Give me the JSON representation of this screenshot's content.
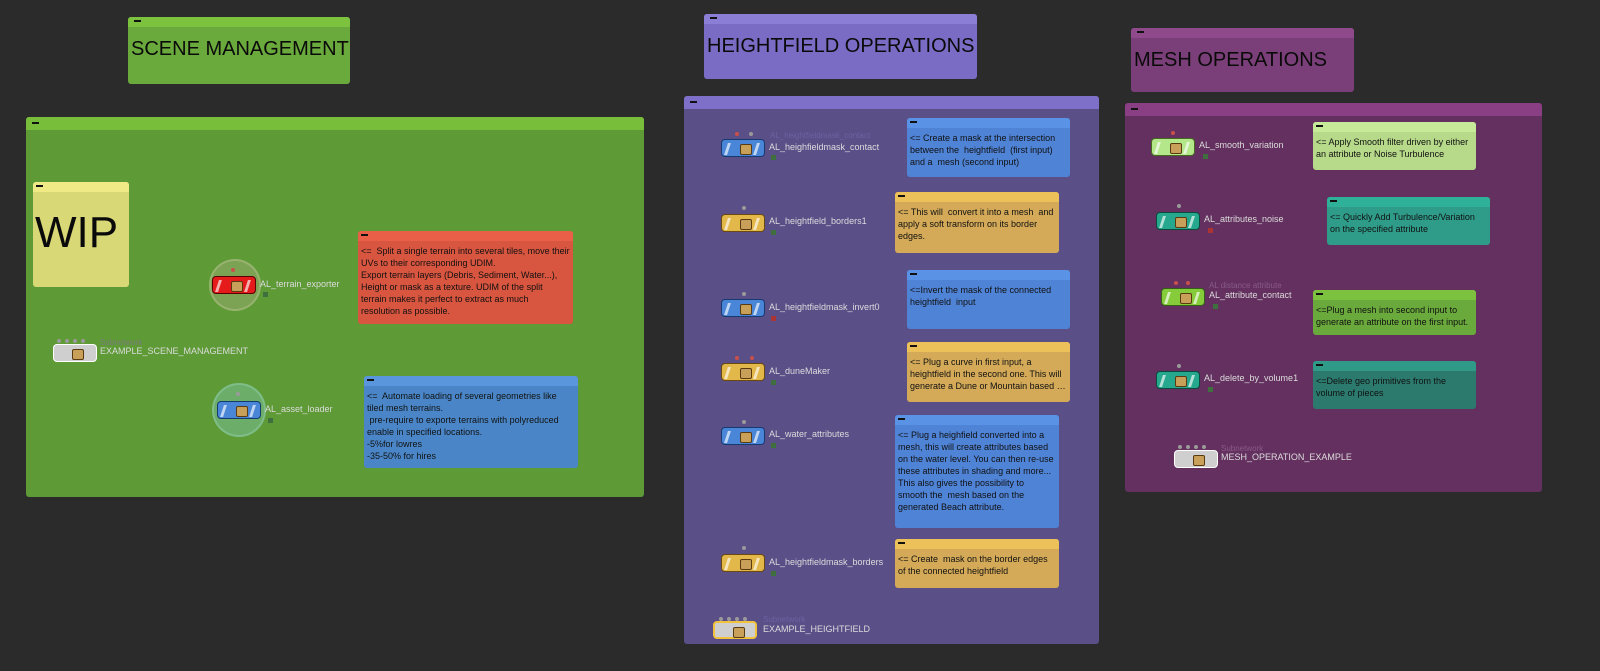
{
  "colors": {
    "background": "#2b2b2b",
    "scene_green": "#6aa93c",
    "heightfield_purple": "#7a6cc4",
    "mesh_magenta": "#7a3f78",
    "note_blue": "#4f83d6",
    "note_yellow": "#e3b95c",
    "note_red": "#e05a48",
    "note_lightgreen": "#b6d98a",
    "note_teal": "#2f9c8a"
  },
  "scene_management": {
    "title": "SCENE MANAGEMENT",
    "wip_label": "WIP",
    "nodes": {
      "terrain_exporter": {
        "label": "AL_terrain_exporter"
      },
      "example": {
        "label": "EXAMPLE_SCENE_MANAGEMENT",
        "sub": "Subnetwork"
      },
      "asset_loader": {
        "label": "AL_asset_loader"
      }
    },
    "notes": {
      "terrain_exporter": "<=  Split a single terrain into several tiles, move their UVs to their corresponding UDIM.\nExport terrain layers (Debris, Sediment, Water...), Height or mask as a texture. UDIM of the split terrain makes it perfect to extract as much resolution as possible.",
      "asset_loader": "<=  Automate loading of several geometries like tiled mesh terrains.\n pre-require to exporte terrains with polyreduced enable in specified locations.\n-5%for lowres\n-35-50% for hires"
    }
  },
  "heightfield_operations": {
    "title": "HEIGHTFIELD OPERATIONS",
    "nodes": {
      "mask_contact": {
        "label": "AL_heighfieldmask_contact",
        "sub": "AL_heightfieldmask_contact"
      },
      "borders1": {
        "label": "AL_heightfield_borders1"
      },
      "mask_invert": {
        "label": "AL_heightfieldmask_invert0"
      },
      "dune_maker": {
        "label": "AL_duneMaker"
      },
      "water_attributes": {
        "label": "AL_water_attributes"
      },
      "mask_borders": {
        "label": "AL_heightfieldmask_borders"
      },
      "example": {
        "label": "EXAMPLE_HEIGHTFIELD",
        "sub": "Subnetwork"
      }
    },
    "notes": {
      "mask_contact": "<= Create a mask at the intersection between the  heightfield  (first input) and a  mesh (second input)",
      "borders1": "<= This will  convert it into a mesh  and apply a soft transform on its border edges.",
      "mask_invert": "<=Invert the mask of the connected heightfield  input",
      "dune_maker": "<= Plug a curve in first input, a heightfield in the second one. This will generate a Dune or Mountain based …",
      "water_attributes": "<= Plug a heighfield converted into a mesh, this will create attributes based on the water level. You can then re-use these attributes in shading and more...\nThis also gives the possibility to smooth the  mesh based on the generated Beach attribute.",
      "mask_borders": "<= Create  mask on the border edges of the connected heightfield"
    }
  },
  "mesh_operations": {
    "title": "MESH OPERATIONS",
    "nodes": {
      "smooth_variation": {
        "label": "AL_smooth_variation"
      },
      "attributes_noise": {
        "label": "AL_attributes_noise"
      },
      "attribute_contact": {
        "label": "AL_attribute_contact",
        "sub": "AL distance attribute"
      },
      "delete_by_volume": {
        "label": "AL_delete_by_volume1"
      },
      "example": {
        "label": "MESH_OPERATION_EXAMPLE",
        "sub": "Subnetwork"
      }
    },
    "notes": {
      "smooth_variation": "<= Apply Smooth filter driven by either an attribute or Noise Turbulence",
      "attributes_noise": "<= Quickly Add Turbulence/Variation on the specified attribute",
      "attribute_contact": "<=Plug a mesh into second input to generate an attribute on the first input.",
      "delete_by_volume": "<=Delete geo primitives from the volume of pieces"
    }
  }
}
